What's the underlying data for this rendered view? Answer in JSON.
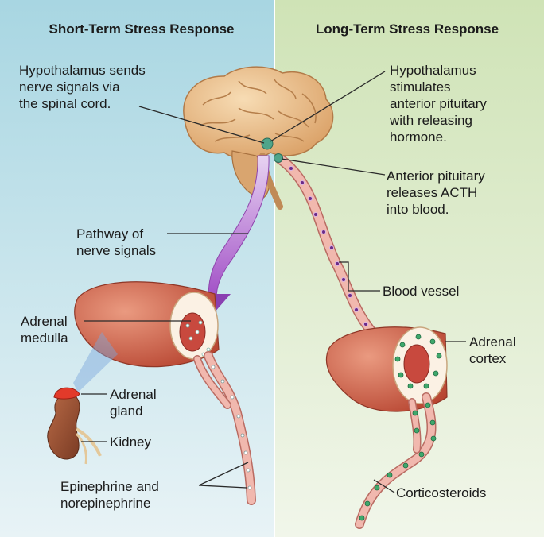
{
  "panels": {
    "left_title": "Short-Term Stress Response",
    "right_title": "Long-Term Stress Response"
  },
  "labels": {
    "hypo_nerve": [
      "Hypothalamus sends",
      "nerve signals via",
      "the spinal cord."
    ],
    "hypo_release": [
      "Hypothalamus",
      "stimulates",
      "anterior pituitary",
      "with releasing",
      "hormone."
    ],
    "acth": [
      "Anterior pituitary",
      "releases ACTH",
      "into blood."
    ],
    "pathway": [
      "Pathway of",
      "nerve signals"
    ],
    "blood_vessel": "Blood vessel",
    "medulla": [
      "Adrenal",
      "medulla"
    ],
    "cortex": [
      "Adrenal",
      "cortex"
    ],
    "gland": [
      "Adrenal",
      "gland"
    ],
    "kidney": "Kidney",
    "epinephrine": [
      "Epinephrine and",
      "norepinephrine"
    ],
    "corticosteroids": "Corticosteroids"
  },
  "colors": {
    "left_bg": "#b7dde6",
    "right_bg": "#d9e9c6",
    "brain": "#e6b985",
    "adrenal": "#c85a45",
    "nerve_pathway": "#a867c9",
    "blood_vessel": "#eaa59a",
    "acth_dot": "#6b2a86",
    "corticosteroid_dot": "#3fa86c"
  }
}
